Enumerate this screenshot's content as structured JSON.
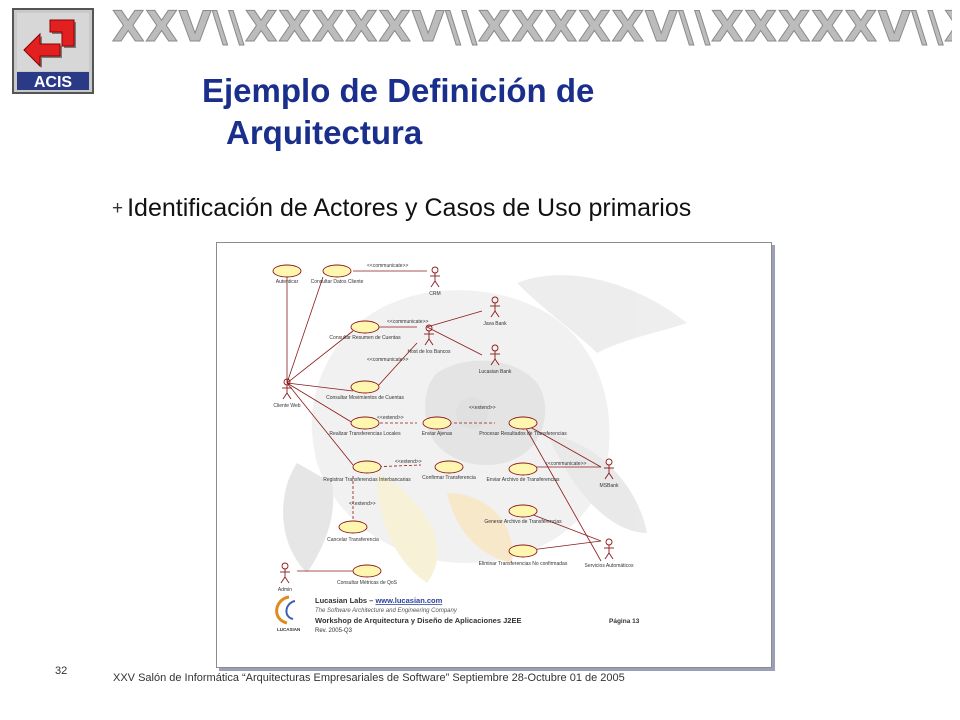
{
  "banner": {
    "text": "XXV\\\\XXXXXV\\\\XXXXXV\\\\XXXXXV\\\\XXXXXV\\\\XXXXXV\\\\XXXXXV"
  },
  "logo": {
    "text": "ACIS"
  },
  "slide": {
    "title_line1": "Ejemplo de Definición de",
    "title_line2": "Arquitectura",
    "bullet": "Identificación de Actores y Casos de Uso primarios",
    "page_number": "32",
    "footer": "XXV  Salón de Informática “Arquitecturas Empresariales de Software” Septiembre 28-Octubre 01 de 2005"
  },
  "diagram": {
    "use_cases": {
      "autenticar": "Autenticar",
      "consultar_datos": "Consultar Datos Cliente",
      "consultar_resumen": "Consultar Resumen de Cuentas",
      "consultar_movimientos": "Consultar Movimientos de Cuentas",
      "realizar_locales": "Realizar Transferencias Locales",
      "enviar_ajenas": "Enviar Ajenas",
      "procesar_resultados": "Procesar Resultados de Transferencias",
      "registrar_interbancarias": "Registrar Transferencias Interbancarias",
      "confirmar": "Confirmar Transferencia",
      "enviar_archivo": "Enviar Archivo de Transferencias",
      "generar_archivo": "Generar Archivo de Transferencias",
      "cancelar": "Cancelar Transferencia",
      "eliminar": "Eliminar Transferencias No confirmadas",
      "consultar_metricas": "Consultar Métricas de QoS"
    },
    "actors": {
      "cliente_web": "Cliente Web",
      "crm": "CRM",
      "host_bancos": "Host de los Bancos",
      "java_bank": "Java Bank",
      "lucasian_bank": "Lucasian Bank",
      "msbank": "MSBank",
      "servicios_automaticos": "Servicios Automáticos",
      "admin": "Admin"
    },
    "stereotypes": {
      "communicate": "<<communicate>>",
      "extend": "<<extend>>"
    },
    "card": {
      "company": "Lucasian Labs – ",
      "url": "www.lucasian.com",
      "tagline": "The Software Architecture and Engineering Company",
      "workshop": "Workshop de Arquitectura y Diseño de Aplicaciones J2EE",
      "rev": "Rev. 2005-Q3",
      "page": "Página   13"
    }
  }
}
